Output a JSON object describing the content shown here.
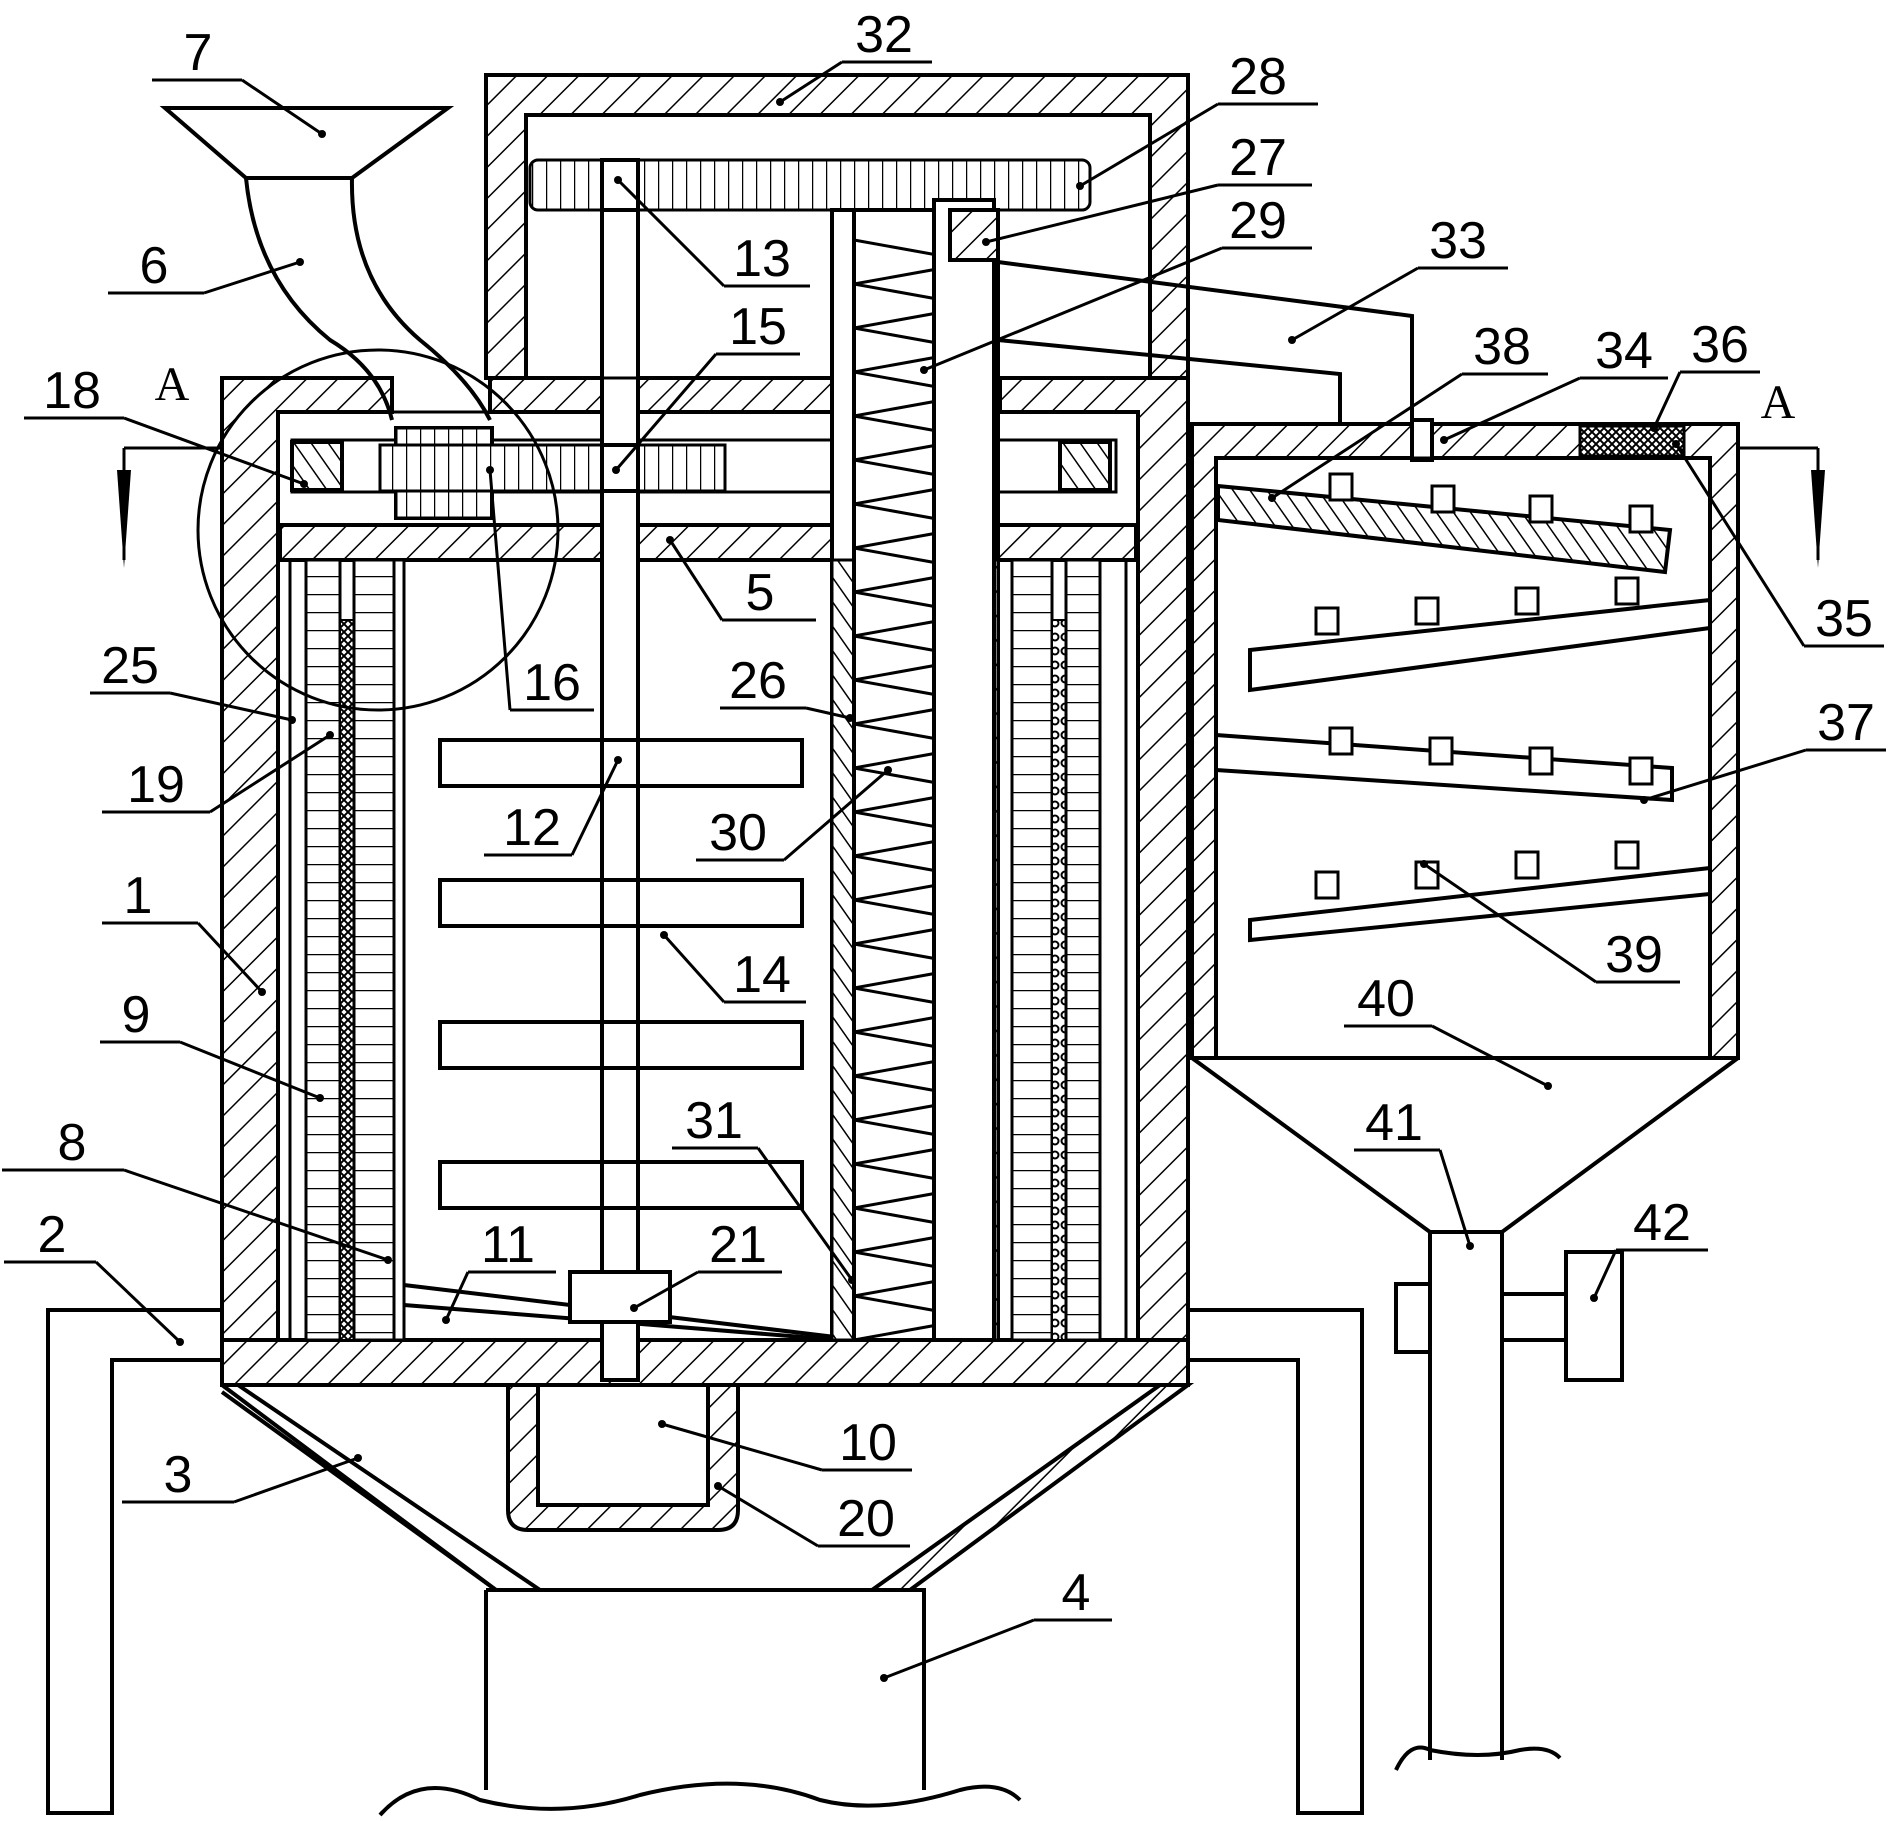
{
  "section_marker": "A",
  "labels": [
    "1",
    "2",
    "3",
    "4",
    "5",
    "6",
    "7",
    "8",
    "9",
    "10",
    "11",
    "12",
    "13",
    "14",
    "15",
    "16",
    "18",
    "19",
    "20",
    "21",
    "25",
    "26",
    "27",
    "28",
    "29",
    "30",
    "31",
    "32",
    "33",
    "34",
    "35",
    "36",
    "37",
    "38",
    "39",
    "40",
    "41",
    "42"
  ]
}
